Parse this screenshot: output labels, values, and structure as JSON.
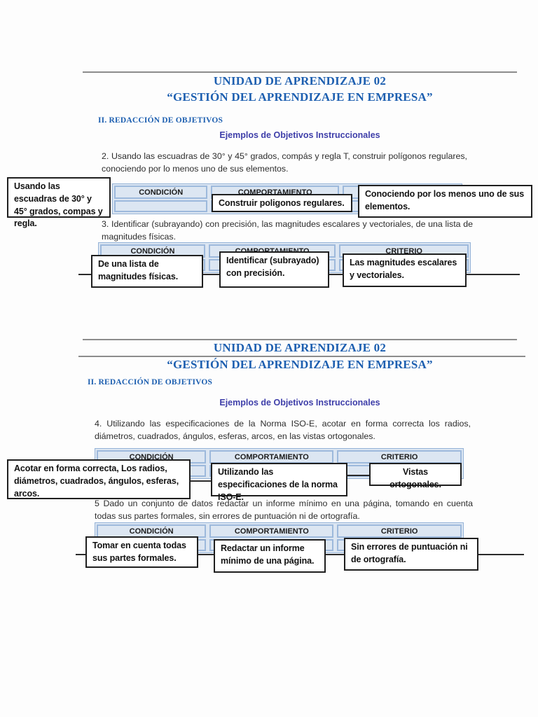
{
  "colors": {
    "title_blue": "#1d5fb0",
    "subtitle_purple": "#3e3ea9",
    "table_fill": "#dce6f2",
    "table_border": "#95b3d7",
    "callout_border": "#1f1f1f",
    "divider_gray": "#8c8c8c"
  },
  "section1": {
    "title_line1": "UNIDAD DE APRENDIZAJE 02",
    "title_line2": "“GESTIÓN DEL APRENDIZAJE EN EMPRESA”",
    "section_heading": "II. REDACCIÓN DE OBJETIVOS",
    "subtitle": "Ejemplos de Objetivos Instruccionales",
    "objective2": {
      "paragraph": "2. Usando las escuadras de 30° y 45° grados, compás y regla T, construir polígonos regulares, conociendo por lo menos uno de sus elementos.",
      "table_headers": [
        "CONDICIÓN",
        "COMPORTAMIENTO",
        ""
      ],
      "callout_condition": "Usando las escuadras de 30° y 45° grados, compas y regla.",
      "callout_behavior": "Construir poligonos regulares.",
      "callout_criterion": "Conociendo por los menos uno de sus elementos."
    },
    "objective3": {
      "paragraph": "3. Identificar (subrayando) con precisión, las magnitudes escalares y vectoriales, de una lista de magnitudes físicas.",
      "table_headers": [
        "CONDICIÓN",
        "COMPORTAMIENTO",
        "CRITERIO"
      ],
      "callout_condition": "De una lista de magnitudes físicas.",
      "callout_behavior": "Identificar (subrayado) con precisión.",
      "callout_criterion": "Las magnitudes escalares y vectoriales."
    }
  },
  "section2": {
    "title_line1": "UNIDAD DE APRENDIZAJE 02",
    "title_line2": "“GESTIÓN DEL APRENDIZAJE EN EMPRESA”",
    "section_heading": "II. REDACCIÓN DE OBJETIVOS",
    "subtitle": "Ejemplos de Objetivos Instruccionales",
    "objective4": {
      "paragraph": "4. Utilizando las especificaciones de la Norma ISO-E, acotar en forma correcta los radios, diámetros, cuadrados, ángulos, esferas, arcos, en las vistas ortogonales.",
      "table_headers": [
        "CONDICIÓN",
        "COMPORTAMIENTO",
        "CRITERIO"
      ],
      "callout_condition": "Acotar en forma correcta, Los radios, diámetros, cuadrados, ángulos, esferas, arcos.",
      "callout_behavior": "Utilizando las especificaciones de la norma ISO-E.",
      "callout_criterion": "Vistas ortogonales."
    },
    "objective5": {
      "paragraph": "5 Dado un conjunto de datos redactar un informe mínimo en una página, tomando en cuenta todas sus partes formales, sin errores de puntuación ni de ortografía.",
      "table_headers": [
        "CONDICIÓN",
        "COMPORTAMIENTO",
        "CRITERIO"
      ],
      "callout_condition": "Tomar en cuenta todas sus partes formales.",
      "callout_behavior": "Redactar un informe mínimo de una página.",
      "callout_criterion": "Sin errores de puntuación ni de ortografía."
    }
  }
}
